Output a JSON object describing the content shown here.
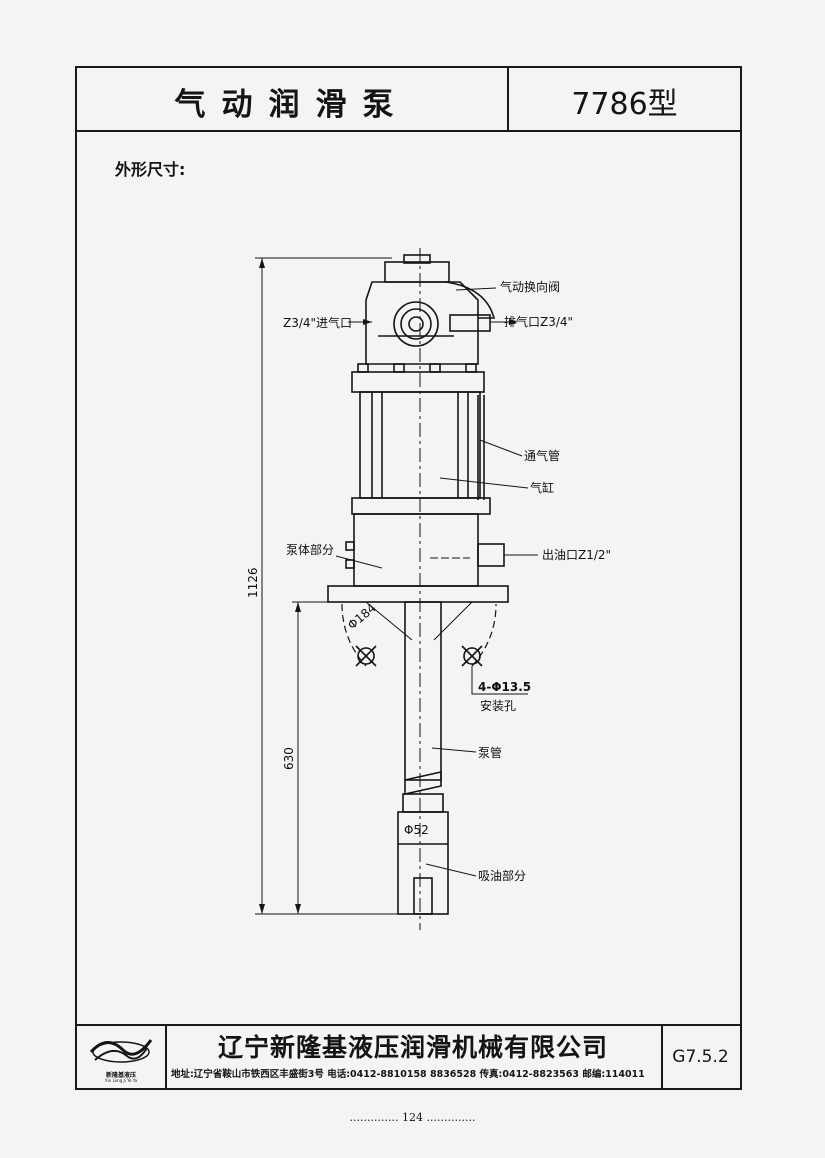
{
  "header": {
    "title": "气动润滑泵",
    "model": "7786型"
  },
  "section_label": "外形尺寸:",
  "drawing": {
    "labels": {
      "valve": "气动换向阀",
      "inlet": "Z3/4\"进气口",
      "exhaust": "排气口Z3/4\"",
      "vent_tube": "通气管",
      "cylinder": "气缸",
      "pump_body": "泵体部分",
      "oil_outlet": "出油口Z1/2\"",
      "bolt_circle": "Φ184",
      "holes": "4-Φ13.5",
      "holes_desc": "安装孔",
      "pump_tube": "泵管",
      "tube_dia": "Φ52",
      "suction": "吸油部分",
      "dim_total": "1126",
      "dim_lower": "630"
    }
  },
  "footer": {
    "logo_text": "新隆基液压",
    "logo_sub": "Xin Long Ji Ye Ya",
    "company": "辽宁新隆基液压润滑机械有限公司",
    "address": "地址:辽宁省鞍山市铁西区丰盛街3号 电话:0412-8810158 8836528 传真:0412-8823563 邮编:114011",
    "code": "G7.5.2"
  },
  "page_number": "124",
  "colors": {
    "ink": "#151515",
    "paper": "#f4f4f2"
  }
}
